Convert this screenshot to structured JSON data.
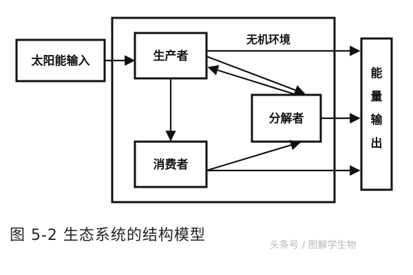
{
  "diagram": {
    "nodes": {
      "solar_input": "太阳能输入",
      "producer": "生产者",
      "consumer": "消费者",
      "decomposer": "分解者",
      "inorganic_env": "无机环境",
      "energy_output": [
        "能",
        "量",
        "输",
        "出"
      ]
    }
  },
  "caption": "图 5-2 生态系统的结构模型",
  "watermark": "头条号 / 图解学生物"
}
